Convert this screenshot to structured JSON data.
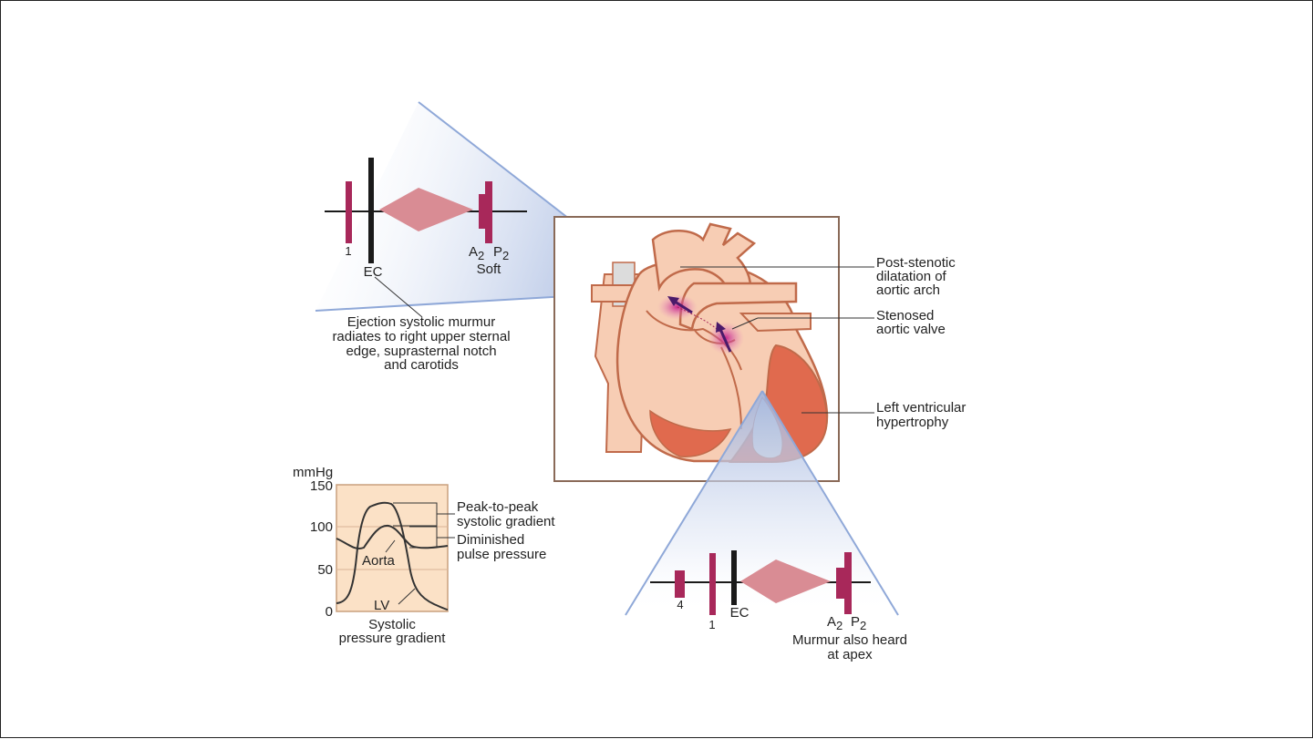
{
  "colors": {
    "murmur_bar": "#a8285a",
    "heart_sound_dark": "#1a1a1a",
    "diamond": "#d98c94",
    "cone_blue": "#c7d3ec",
    "cone_edge": "#8fa8d8",
    "frame": "#8a6a58",
    "heart_skin": "#f7cdb4",
    "heart_outline": "#c06a4a",
    "ventricle_wall": "#e06a4e",
    "graph_bg": "#fbe1c6",
    "graph_frame": "#c9a07f"
  },
  "top_phonogram": {
    "s1": "1",
    "ec": "EC",
    "a2": "A",
    "a2_sub": "2",
    "p2": "P",
    "p2_sub": "2",
    "soft": "Soft"
  },
  "top_caption": [
    "Ejection systolic murmur",
    "radiates to right upper sternal",
    "edge, suprasternal notch",
    "and carotids"
  ],
  "heart_labels": {
    "post_stenotic": [
      "Post-stenotic",
      "dilatation of",
      "aortic arch"
    ],
    "stenosed": [
      "Stenosed",
      "aortic valve"
    ],
    "lvh": [
      "Left ventricular",
      "hypertrophy"
    ]
  },
  "graph": {
    "unit": "mmHg",
    "ticks": [
      "150",
      "100",
      "50",
      "0"
    ],
    "aorta": "Aorta",
    "lv": "LV",
    "peak_label": [
      "Peak-to-peak",
      "systolic gradient"
    ],
    "pulse_label": [
      "Diminished",
      "pulse pressure"
    ],
    "caption": [
      "Systolic",
      "pressure gradient"
    ]
  },
  "bottom_phonogram": {
    "s4": "4",
    "s1": "1",
    "ec": "EC",
    "a2": "A",
    "a2_sub": "2",
    "p2": "P",
    "p2_sub": "2"
  },
  "bottom_caption": [
    "Murmur also heard",
    "at apex"
  ]
}
